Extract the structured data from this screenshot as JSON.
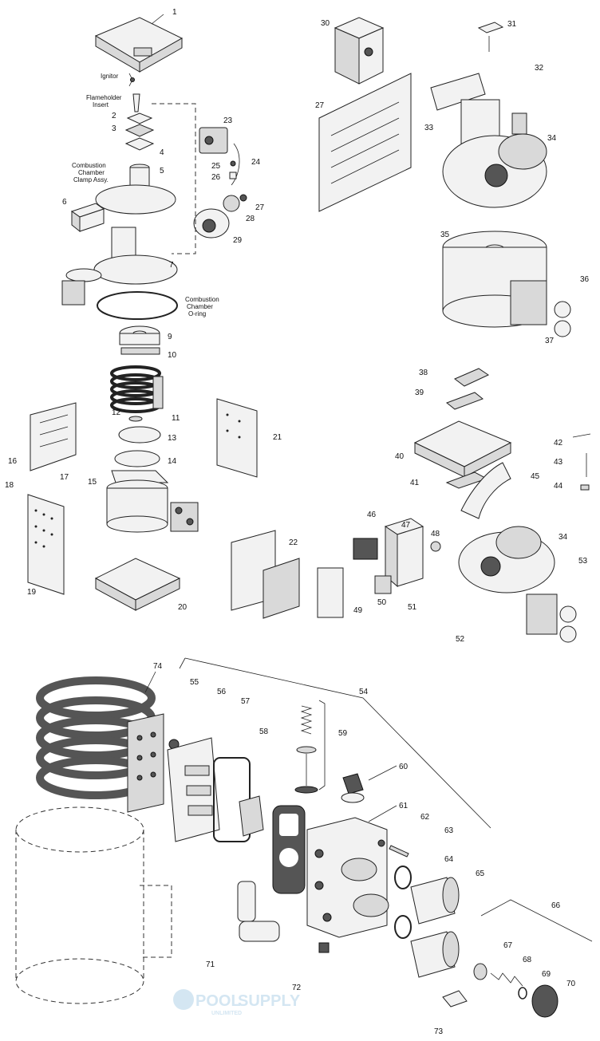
{
  "labels": {
    "n1": "1",
    "n2": "2",
    "n3": "3",
    "n4": "4",
    "n5": "5",
    "n6": "6",
    "n7": "7",
    "n9": "9",
    "n10": "10",
    "n11": "11",
    "n12": "12",
    "n13": "13",
    "n14": "14",
    "n15": "15",
    "n16": "16",
    "n17": "17",
    "n18": "18",
    "n19": "19",
    "n20": "20",
    "n21": "21",
    "n22": "22",
    "n23": "23",
    "n24": "24",
    "n25": "25",
    "n26": "26",
    "n27": "27",
    "n28": "28",
    "n29": "29",
    "n30": "30",
    "n31": "31",
    "n32": "32",
    "n33": "33",
    "n34a": "34",
    "n34b": "34",
    "n35": "35",
    "n36": "36",
    "n37": "37",
    "n38": "38",
    "n39": "39",
    "n40": "40",
    "n41": "41",
    "n42": "42",
    "n43": "43",
    "n44": "44",
    "n45": "45",
    "n46": "46",
    "n47": "47",
    "n48": "48",
    "n49": "49",
    "n50": "50",
    "n51": "51",
    "n52": "52",
    "n53": "53",
    "n54": "54",
    "n55": "55",
    "n56": "56",
    "n57": "57",
    "n58": "58",
    "n59": "59",
    "n60": "60",
    "n61": "61",
    "n62": "62",
    "n63": "63",
    "n64": "64",
    "n65": "65",
    "n66": "66",
    "n67": "67",
    "n68": "68",
    "n69": "69",
    "n70": "70",
    "n71": "71",
    "n72": "72",
    "n73": "73",
    "n74": "74"
  },
  "text": {
    "ignitor": "Ignitor",
    "flameholder_1": "Flameholder",
    "flameholder_2": "Insert",
    "clamp_1": "Combustion",
    "clamp_2": "Chamber",
    "clamp_3": "Clamp Assy.",
    "oring_1": "Combustion",
    "oring_2": "Chamber",
    "oring_3": "O-ring"
  },
  "watermark": {
    "brand": "POOL",
    "brand2": "SUPPLY",
    "tagline": "UNLIMITED"
  },
  "colors": {
    "ink": "#222222",
    "watermark": "#d4e6f2"
  }
}
